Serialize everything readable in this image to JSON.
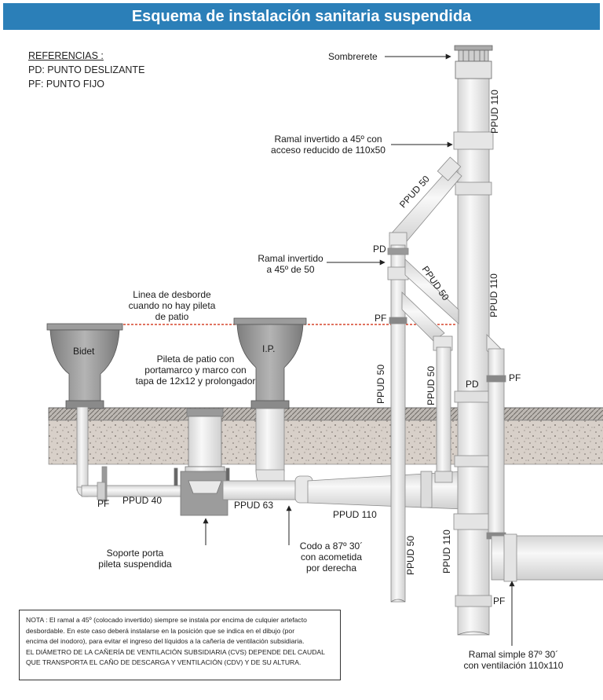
{
  "title": "Esquema de instalación sanitaria suspendida",
  "referencias": {
    "heading": "REFERENCIAS  :",
    "pd": "PD: PUNTO DESLIZANTE",
    "pf": "PF: PUNTO FIJO"
  },
  "labels": {
    "sombrerete": "Sombrerete",
    "ramal45_reducido_l1": "Ramal invertido a 45º con",
    "ramal45_reducido_l2": "acceso reducido de 110x50",
    "ramal45_50_l1": "Ramal invertido",
    "ramal45_50_l2": "a 45º de 50",
    "desborde_l1": "Linea de desborde",
    "desborde_l2": "cuando no hay pileta",
    "desborde_l3": "de patio",
    "pileta_l1": "Pileta de patio con",
    "pileta_l2": "portamarco y marco con",
    "pileta_l3": "tapa de 12x12 y prolongador",
    "soporte_l1": "Soporte porta",
    "soporte_l2": "pileta suspendida",
    "codo_l1": "Codo a 87º 30´",
    "codo_l2": "con acometida",
    "codo_l3": "por derecha",
    "ramal_simple_l1": "Ramal simple 87º 30´",
    "ramal_simple_l2": "con ventilación 110x110",
    "bidet": "Bidet",
    "ip": "I.P.",
    "pd": "PD",
    "pf": "PF",
    "ppud40": "PPUD 40",
    "ppud63": "PPUD 63",
    "ppud110": "PPUD 110",
    "ppud50": "PPUD 50"
  },
  "nota": {
    "l1": "NOTA :  El ramal a 45º (colocado invertido) siempre se instala por encima de culquier artefacto",
    "l2": "desbordable. En este caso deberá instalarse en la posición que se indica en el dibujo (por",
    "l3": "encima del inodoro), para evitar el ingreso del líquidos a la cañería de ventilación subsidiaria.",
    "l4": "EL DIÁMETRO DE LA CAÑERÍA DE VENTILACIÓN SUBSIDIARIA (CVS) DEPENDE DEL CAUDAL",
    "l5": "QUE TRANSPORTA EL CAÑO DE DESCARGA Y VENTILACIÓN (CDV) Y DE SU ALTURA."
  },
  "colors": {
    "header": "#2b7fb8",
    "pipe": "#ececec",
    "pipe_stroke": "#8a8a8a",
    "fixture": "#8f8f8f",
    "slab": "#d6cec7",
    "overflow_line": "#d6452b"
  }
}
